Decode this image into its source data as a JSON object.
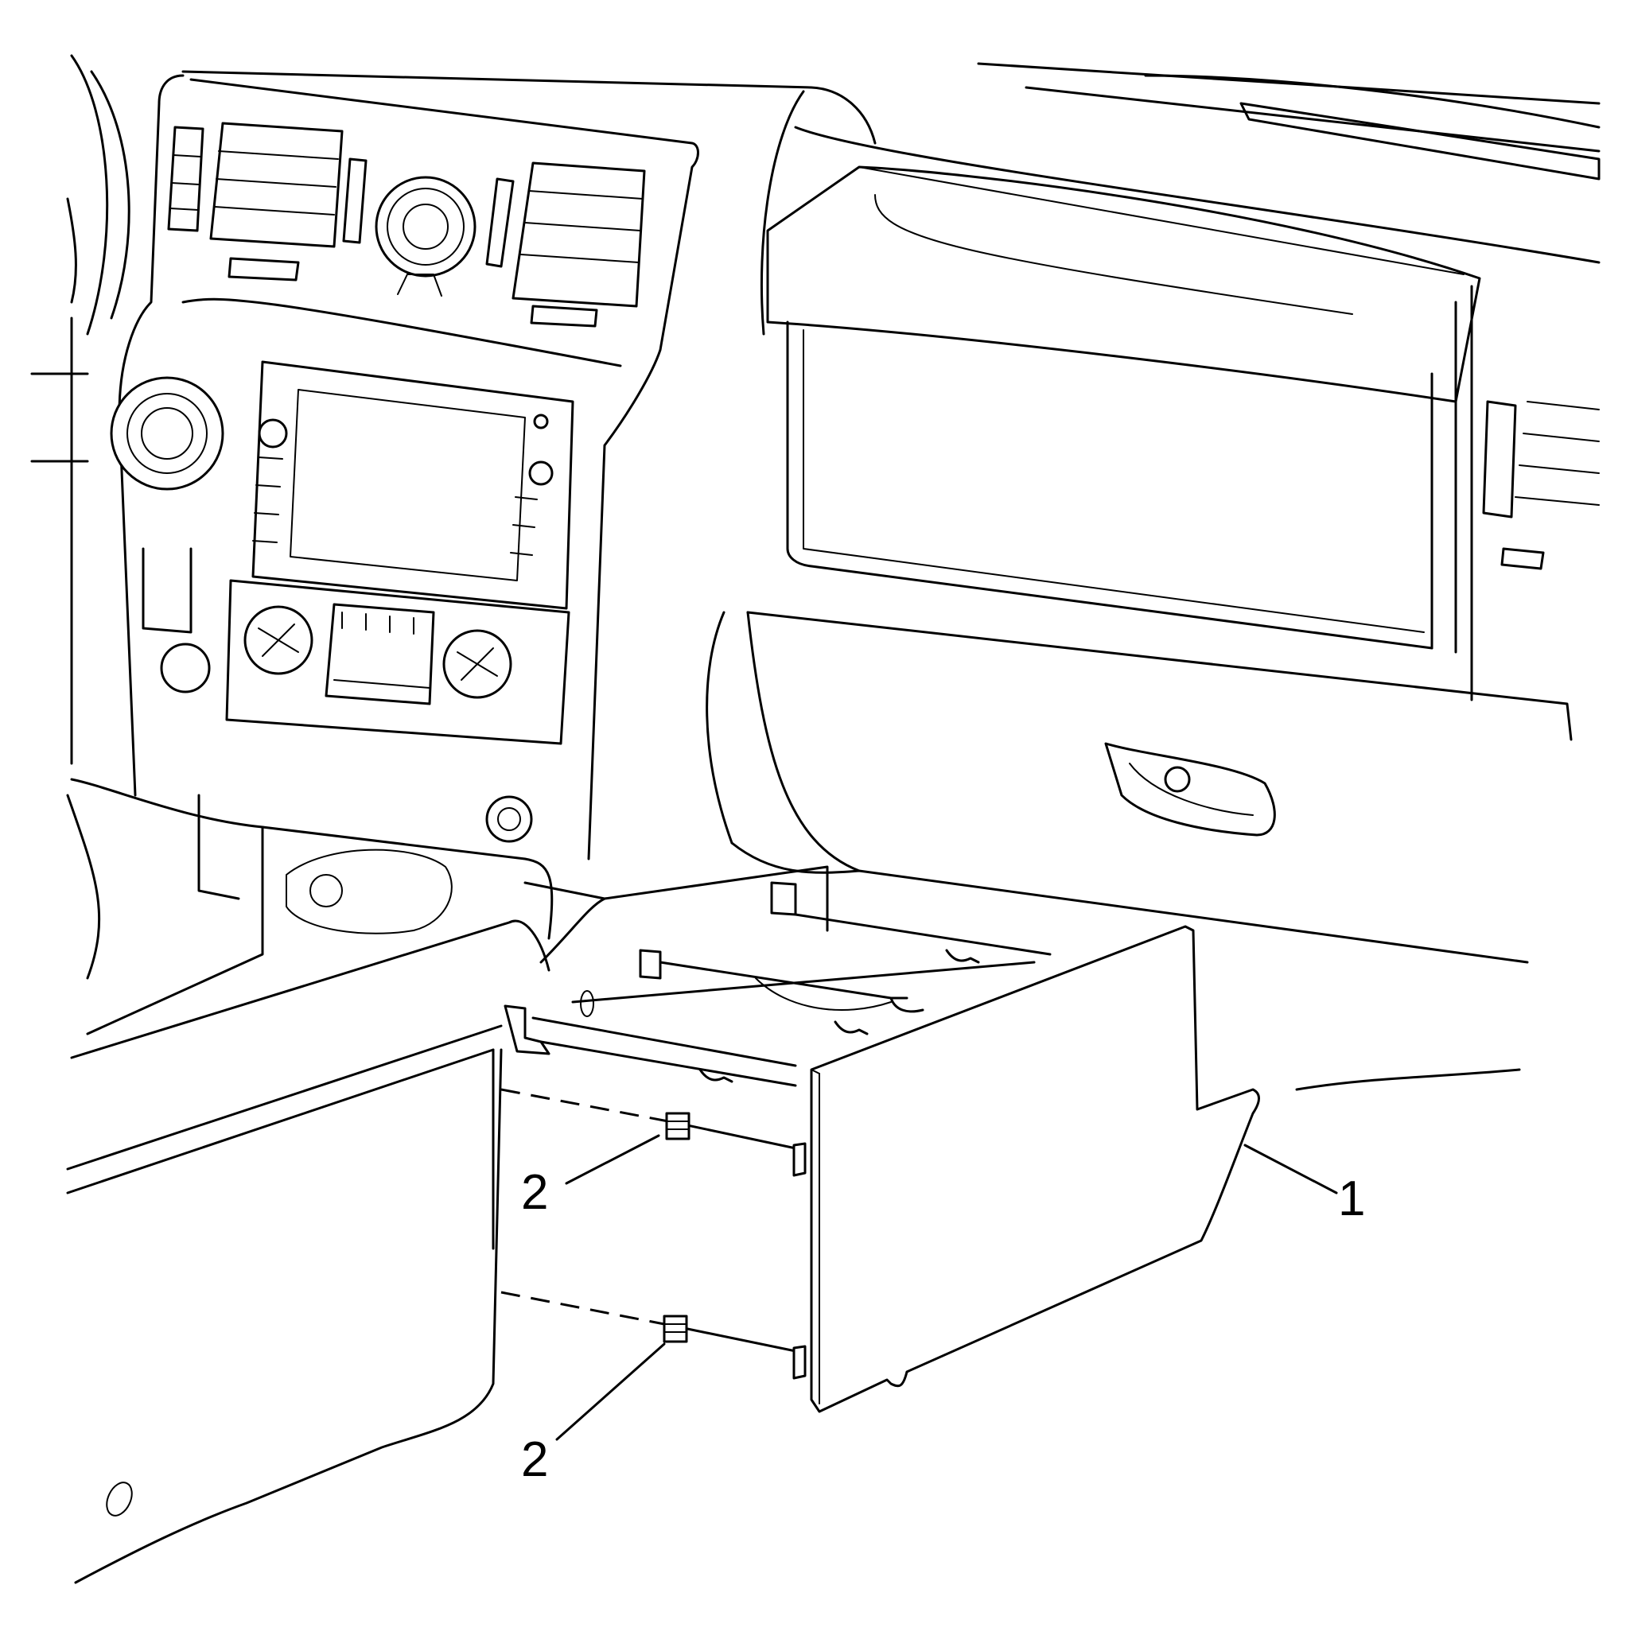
{
  "callouts": [
    {
      "id": "glove-box-door",
      "label": "1"
    },
    {
      "id": "retainer-clip-upper",
      "label": "2"
    },
    {
      "id": "retainer-clip-lower",
      "label": "2"
    }
  ]
}
